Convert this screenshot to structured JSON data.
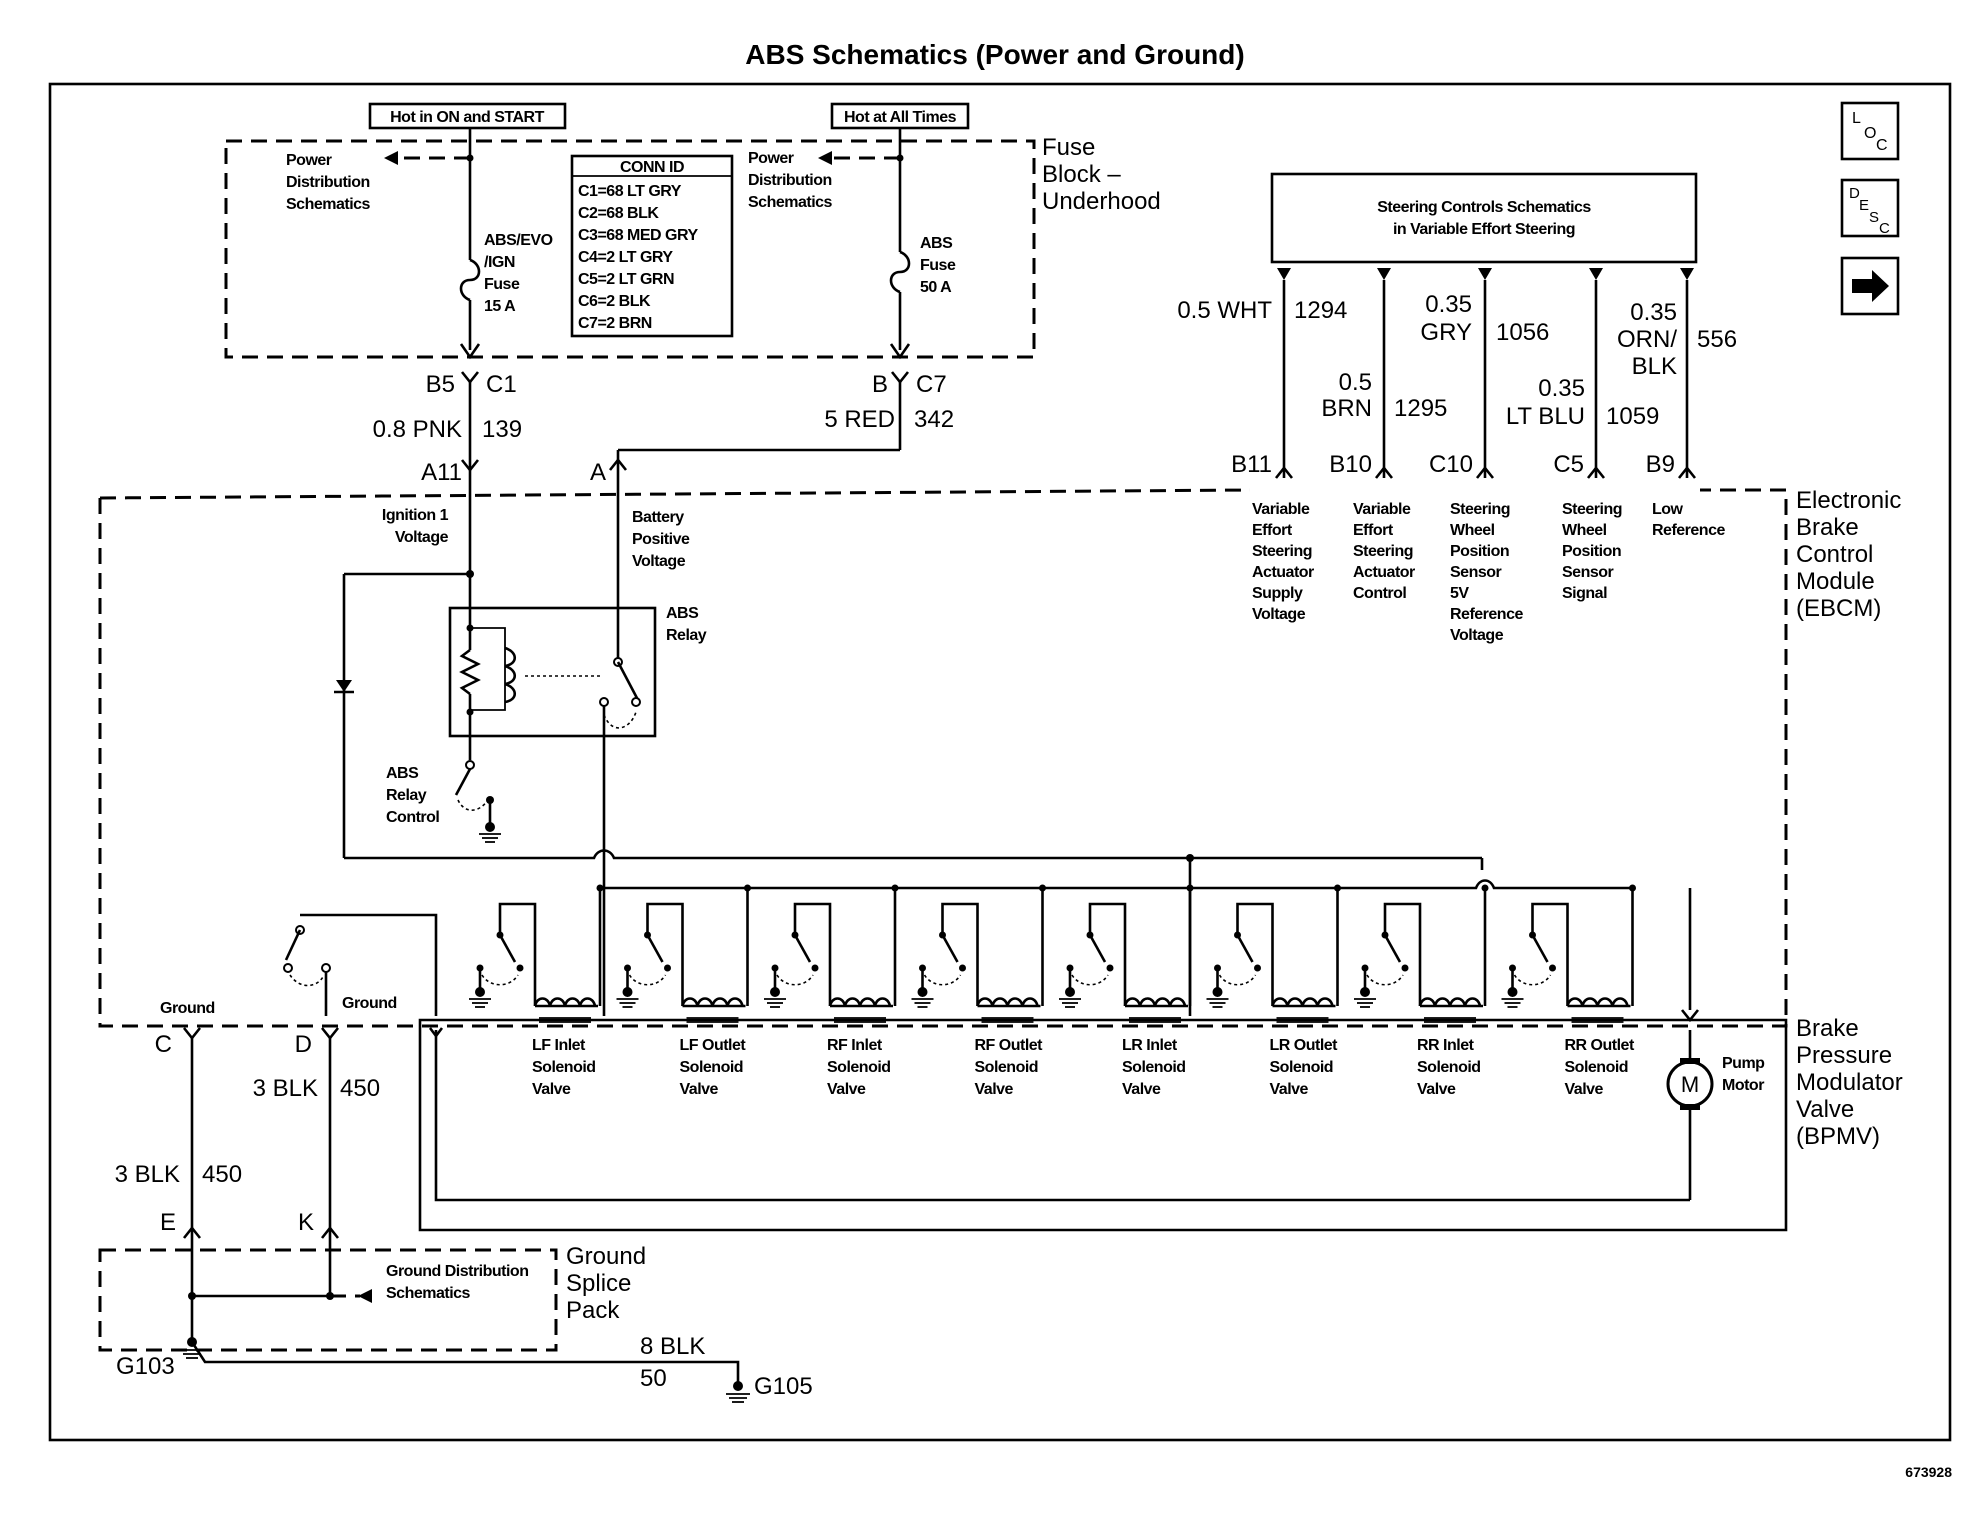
{
  "title": "ABS Schematics (Power and Ground)",
  "figure_number": "673928",
  "nav_buttons": {
    "loc": [
      "L",
      "O",
      "C"
    ],
    "desc": [
      "D",
      "E",
      "S",
      "C"
    ],
    "next": "arrow-right-icon"
  },
  "fuse_block": {
    "name": [
      "Fuse",
      "Block –",
      "Underhood"
    ],
    "hot_on_start": "Hot in ON and START",
    "hot_all_times": "Hot at All Times",
    "power_dist_left": [
      "Power",
      "Distribution",
      "Schematics"
    ],
    "power_dist_right": [
      "Power",
      "Distribution",
      "Schematics"
    ],
    "fuse_left": [
      "ABS/EVO",
      "/IGN",
      "Fuse",
      "15 A"
    ],
    "fuse_right": [
      "ABS",
      "Fuse",
      "50 A"
    ],
    "conn_id_title": "CONN ID",
    "conn_id": [
      "C1=68 LT GRY",
      "C2=68 BLK",
      "C3=68 MED GRY",
      "C4=2 LT GRY",
      "C5=2 LT GRN",
      "C6=2 BLK",
      "C7=2 BRN"
    ]
  },
  "wires_top": {
    "b5": "B5",
    "c1": "C1",
    "b": "B",
    "c7": "C7",
    "w_left": "0.8 PNK",
    "n_left": "139",
    "w_right": "5 RED",
    "n_right": "342",
    "a11": "A11",
    "a": "A"
  },
  "steering": {
    "box": [
      "Steering Controls Schematics",
      "in Variable Effort Steering"
    ],
    "wire1": "0.5 WHT",
    "num1": "1294",
    "wire2": [
      "0.5",
      "BRN"
    ],
    "num2": "1295",
    "wire3": [
      "0.35",
      "GRY"
    ],
    "num3": "1056",
    "wire4": [
      "0.35",
      "LT BLU"
    ],
    "num4": "1059",
    "wire5": [
      "0.35",
      "ORN/",
      "BLK"
    ],
    "num5": "556",
    "pins": [
      "B11",
      "B10",
      "C10",
      "C5",
      "B9"
    ],
    "pin_labels": [
      [
        "Variable",
        "Effort",
        "Steering",
        "Actuator",
        "Supply",
        "Voltage"
      ],
      [
        "Variable",
        "Effort",
        "Steering",
        "Actuator",
        "Control"
      ],
      [
        "Steering",
        "Wheel",
        "Position",
        "Sensor",
        "5V",
        "Reference",
        "Voltage"
      ],
      [
        "Steering",
        "Wheel",
        "Position",
        "Sensor",
        "Signal"
      ],
      [
        "Low",
        "Reference"
      ]
    ]
  },
  "ebcm": {
    "name": [
      "Electronic",
      "Brake",
      "Control",
      "Module",
      "(EBCM)"
    ],
    "ignition": [
      "Ignition 1",
      "Voltage"
    ],
    "battery": [
      "Battery",
      "Positive",
      "Voltage"
    ],
    "relay": [
      "ABS",
      "Relay"
    ],
    "relay_control": [
      "ABS",
      "Relay",
      "Control"
    ],
    "ground1": "Ground",
    "ground2": "Ground"
  },
  "bpmv": {
    "name": [
      "Brake",
      "Pressure",
      "Modulator",
      "Valve",
      "(BPMV)"
    ],
    "valves": [
      [
        "LF Inlet",
        "Solenoid",
        "Valve"
      ],
      [
        "LF Outlet",
        "Solenoid",
        "Valve"
      ],
      [
        "RF Inlet",
        "Solenoid",
        "Valve"
      ],
      [
        "RF Outlet",
        "Solenoid",
        "Valve"
      ],
      [
        "LR Inlet",
        "Solenoid",
        "Valve"
      ],
      [
        "LR Outlet",
        "Solenoid",
        "Valve"
      ],
      [
        "RR Inlet",
        "Solenoid",
        "Valve"
      ],
      [
        "RR Outlet",
        "Solenoid",
        "Valve"
      ]
    ],
    "pump": [
      "Pump",
      "Motor"
    ],
    "motor_symbol": "M"
  },
  "ground": {
    "c": "C",
    "d": "D",
    "e": "E",
    "k": "K",
    "wire_d": "3 BLK",
    "num_d": "450",
    "wire_c": "3 BLK",
    "num_c": "450",
    "splice": [
      "Ground",
      "Splice",
      "Pack"
    ],
    "dist": [
      "Ground Distribution",
      "Schematics"
    ],
    "g103": "G103",
    "wire_main": "8 BLK",
    "num_main": "50",
    "g105": "G105"
  }
}
